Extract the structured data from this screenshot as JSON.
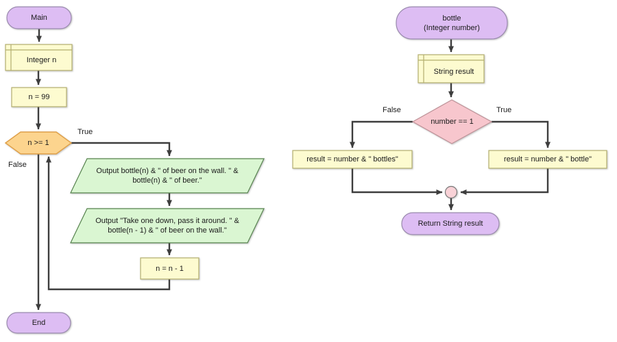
{
  "colors": {
    "background": "#ffffff",
    "terminal_fill": "#ddbdf3",
    "terminal_border": "#9a8aae",
    "box_fill": "#fdfbd0",
    "box_border": "#b3ae6e",
    "loop_fill": "#fcd48e",
    "loop_border": "#dfa049",
    "output_fill": "#daf6d2",
    "output_border": "#56824e",
    "decision_fill": "#f7c6cd",
    "decision_border": "#bd9197",
    "merge_fill": "#f9d2d7",
    "merge_border": "#777777",
    "connector": "#3d3d3d"
  },
  "main_flow": {
    "start_label": "Main",
    "declaration_label": "Integer n",
    "assignment1_label": "n = 99",
    "loop_condition_label": "n >= 1",
    "true_label": "True",
    "false_label": "False",
    "output1_line1": "Output bottle(n) & \" of beer on the wall. \" &",
    "output1_line2": "bottle(n) & \" of beer.\"",
    "output2_line1": "Output \"Take one down, pass it around. \" &",
    "output2_line2": "bottle(n - 1) & \" of beer on the wall.\"",
    "assignment2_label": "n = n - 1",
    "end_label": "End"
  },
  "bottle_flow": {
    "start_line1": "bottle",
    "start_line2": "(Integer number)",
    "declaration_label": "String result",
    "condition_label": "number == 1",
    "false_label": "False",
    "true_label": "True",
    "false_branch_label": "result = number & \" bottles\"",
    "true_branch_label": "result = number & \" bottle\"",
    "return_label": "Return String result"
  }
}
